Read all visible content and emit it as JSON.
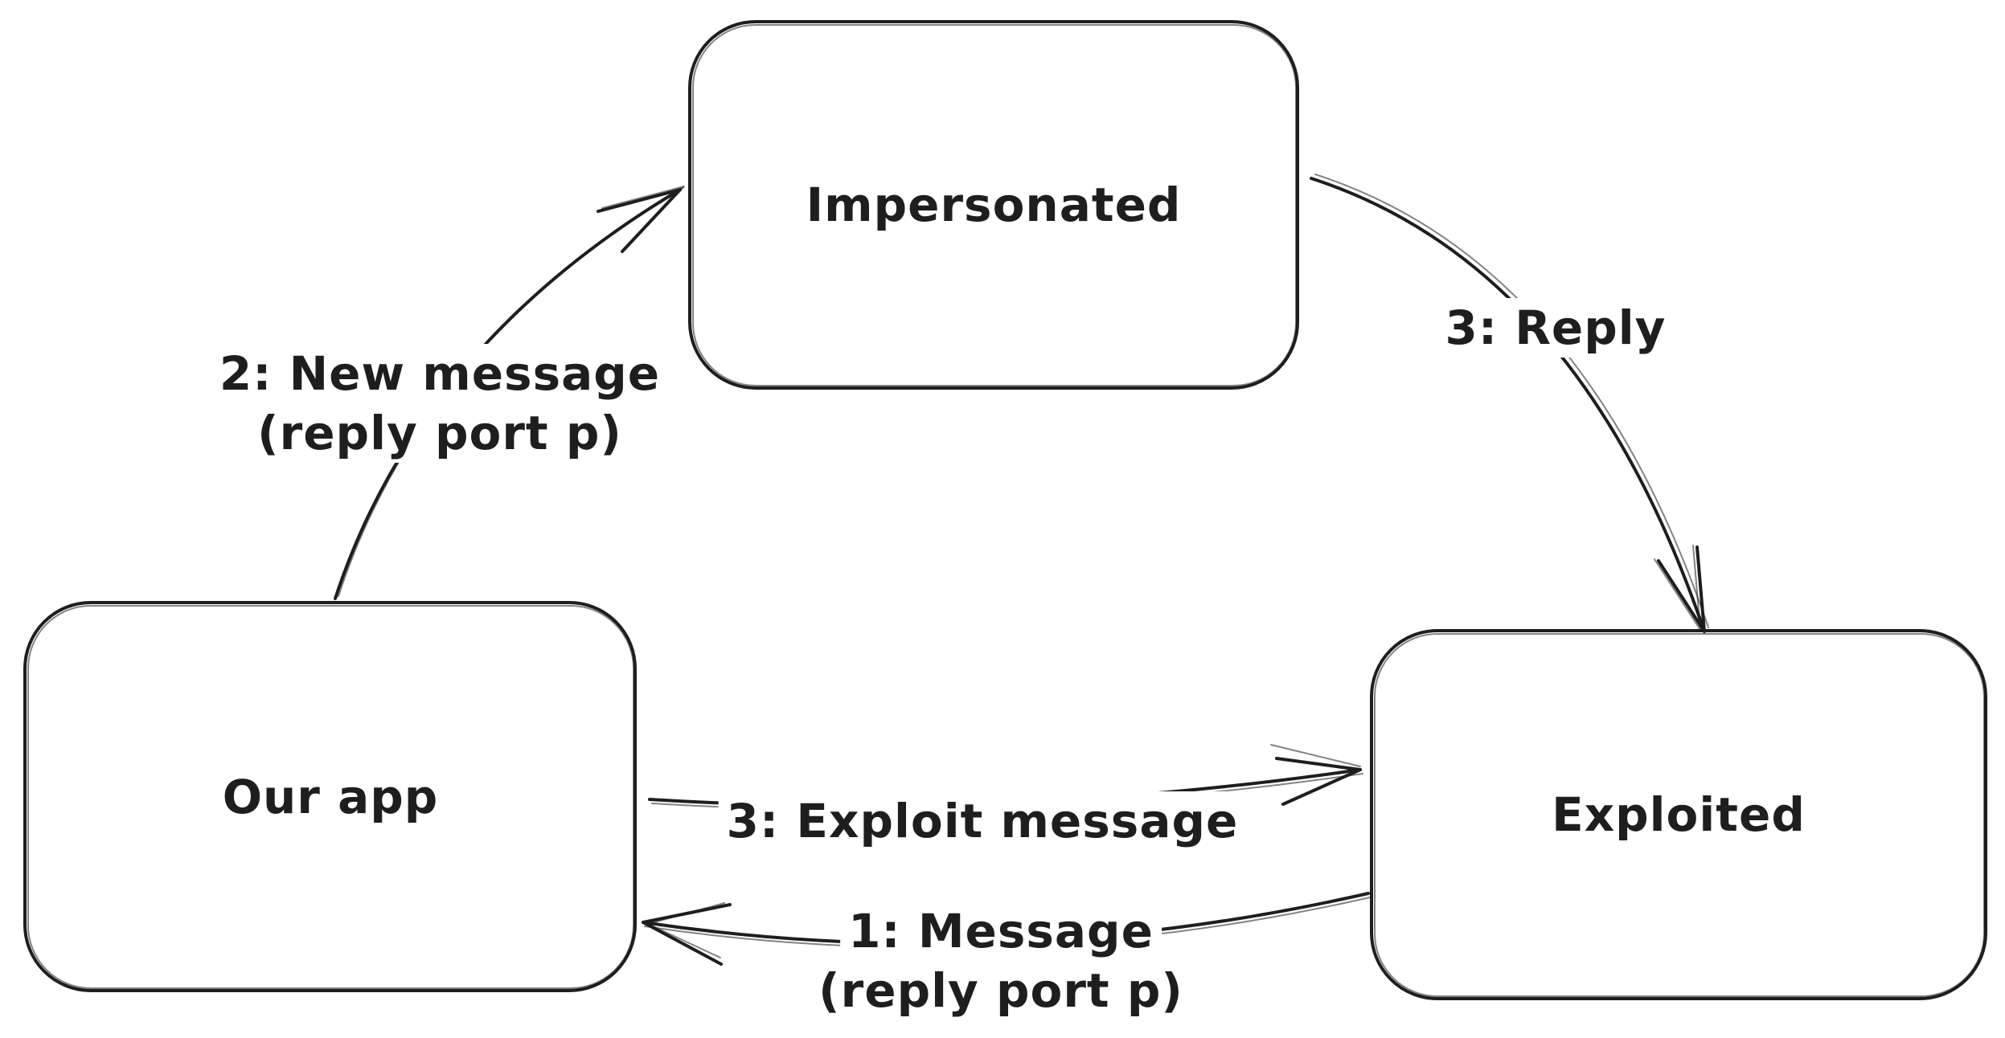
{
  "canvas": {
    "background_color": "#ffffff",
    "stroke_color": "#1e1e1e"
  },
  "nodes": [
    {
      "id": "impersonated",
      "label": "Impersonated"
    },
    {
      "id": "our_app",
      "label": "Our app"
    },
    {
      "id": "exploited",
      "label": "Exploited"
    }
  ],
  "edges": [
    {
      "id": "new_message",
      "from": "our_app",
      "to": "impersonated",
      "label": "2: New message (reply port p)",
      "label_line1": "2: New message",
      "label_line2": "(reply port p)"
    },
    {
      "id": "reply",
      "from": "impersonated",
      "to": "exploited",
      "label": "3: Reply",
      "label_line1": "3: Reply"
    },
    {
      "id": "exploit_message",
      "from": "our_app",
      "to": "exploited",
      "label": "3: Exploit message",
      "label_line1": "3: Exploit message"
    },
    {
      "id": "message",
      "from": "exploited",
      "to": "our_app",
      "label": "1: Message (reply port p)",
      "label_line1": "1: Message",
      "label_line2": "(reply port p)"
    }
  ]
}
